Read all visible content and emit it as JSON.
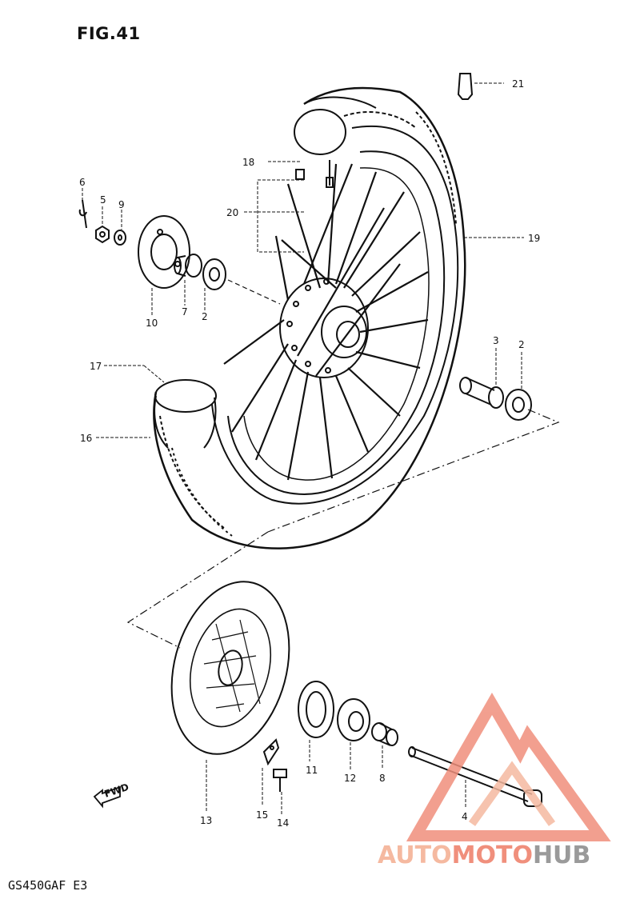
{
  "figure": {
    "title": "FIG.41",
    "model_code": "GS450GAF  E3",
    "fwd_label": "FWD"
  },
  "callouts": [
    {
      "id": "c21",
      "label": "21"
    },
    {
      "id": "c18",
      "label": "18"
    },
    {
      "id": "c20",
      "label": "20"
    },
    {
      "id": "c19",
      "label": "19"
    },
    {
      "id": "c6",
      "label": "6"
    },
    {
      "id": "c5",
      "label": "5"
    },
    {
      "id": "c9",
      "label": "9"
    },
    {
      "id": "c10",
      "label": "10"
    },
    {
      "id": "c7",
      "label": "7"
    },
    {
      "id": "c2a",
      "label": "2"
    },
    {
      "id": "c17",
      "label": "17"
    },
    {
      "id": "c16",
      "label": "16"
    },
    {
      "id": "c3",
      "label": "3"
    },
    {
      "id": "c2b",
      "label": "2"
    },
    {
      "id": "c13",
      "label": "13"
    },
    {
      "id": "c15",
      "label": "15"
    },
    {
      "id": "c14",
      "label": "14"
    },
    {
      "id": "c11",
      "label": "11"
    },
    {
      "id": "c12",
      "label": "12"
    },
    {
      "id": "c8",
      "label": "8"
    },
    {
      "id": "c4",
      "label": "4"
    }
  ],
  "watermark": {
    "part1": "AUTO",
    "part2": "MOTO",
    "part3": "HUB",
    "color_1": "#f5b9a0",
    "color_2": "#f08f7c",
    "color_3": "#9a9a9a"
  }
}
